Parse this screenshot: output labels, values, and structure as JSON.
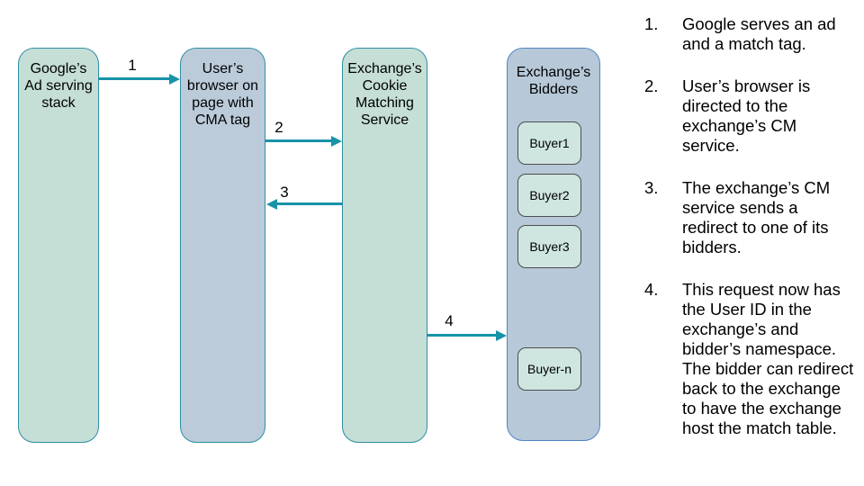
{
  "colors": {
    "green_fill": "#c5ded6",
    "blue_fill": "#bbcbda",
    "bidders_fill": "#b7c8d8",
    "teal_border": "#2f8fa3",
    "bidders_border": "#4f86c4",
    "buyer_fill": "#cfe6e0",
    "buyer_border": "#4d4d4d",
    "arrow": "#1792a7",
    "text": "#000000",
    "bg": "#ffffff"
  },
  "diagram": {
    "nodes": {
      "google": {
        "label": "Google’s\nAd serving\nstack"
      },
      "browser": {
        "label": "User’s\nbrowser on\npage with\nCMA tag"
      },
      "cms": {
        "label": "Exchange’s\nCookie\nMatching\nService"
      },
      "bidders": {
        "label": "Exchange’s\nBidders"
      }
    },
    "buyers": [
      {
        "label": "Buyer1"
      },
      {
        "label": "Buyer2"
      },
      {
        "label": "Buyer3"
      },
      {
        "label": "Buyer-n"
      }
    ],
    "arrows": [
      {
        "label": "1",
        "from": "google",
        "to": "browser",
        "direction": "right"
      },
      {
        "label": "2",
        "from": "browser",
        "to": "cms",
        "direction": "right"
      },
      {
        "label": "3",
        "from": "cms",
        "to": "browser",
        "direction": "left"
      },
      {
        "label": "4",
        "from": "cms",
        "to": "bidders",
        "direction": "right"
      }
    ]
  },
  "steps": [
    {
      "num": "1.",
      "text": "Google serves an ad and a match tag."
    },
    {
      "num": "2.",
      "text": "User’s browser is directed to the exchange’s CM service."
    },
    {
      "num": "3.",
      "text": "The exchange’s CM service sends a redirect to one of its bidders."
    },
    {
      "num": "4.",
      "text": "This request now has the User ID in the exchange’s and bidder’s namespace. The bidder can redirect back to the exchange to have the exchange host the match table."
    }
  ]
}
